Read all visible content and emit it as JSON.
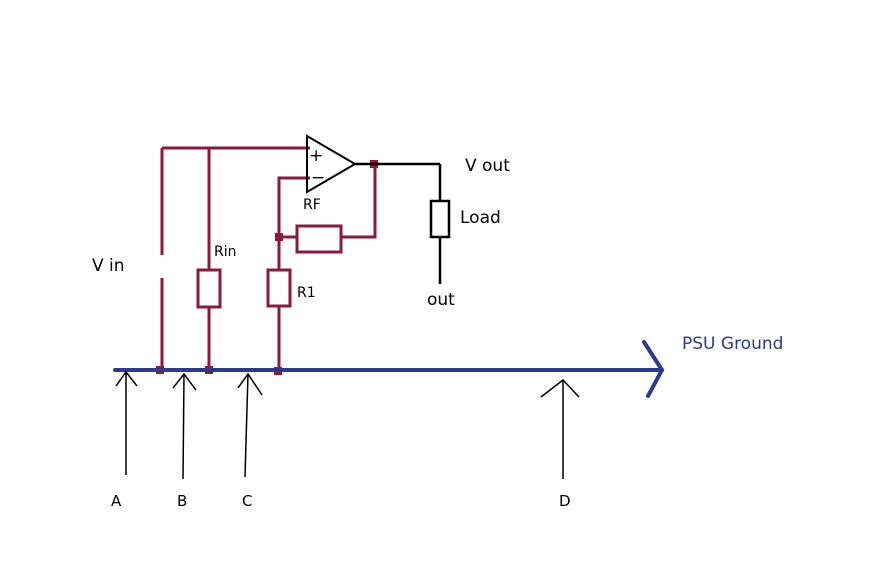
{
  "labels": {
    "vin": "V in",
    "rin": "Rin",
    "rf": "RF",
    "r1": "R1",
    "vout": "V out",
    "load": "Load",
    "out": "out",
    "psu_ground": "PSU Ground",
    "plus": "+",
    "minus": "−"
  },
  "pointers": [
    "A",
    "B",
    "C",
    "D"
  ],
  "colors": {
    "circuit": "#8b1a3c",
    "ground": "#2b3a8f",
    "ink": "#000000",
    "background": "#ffffff"
  }
}
